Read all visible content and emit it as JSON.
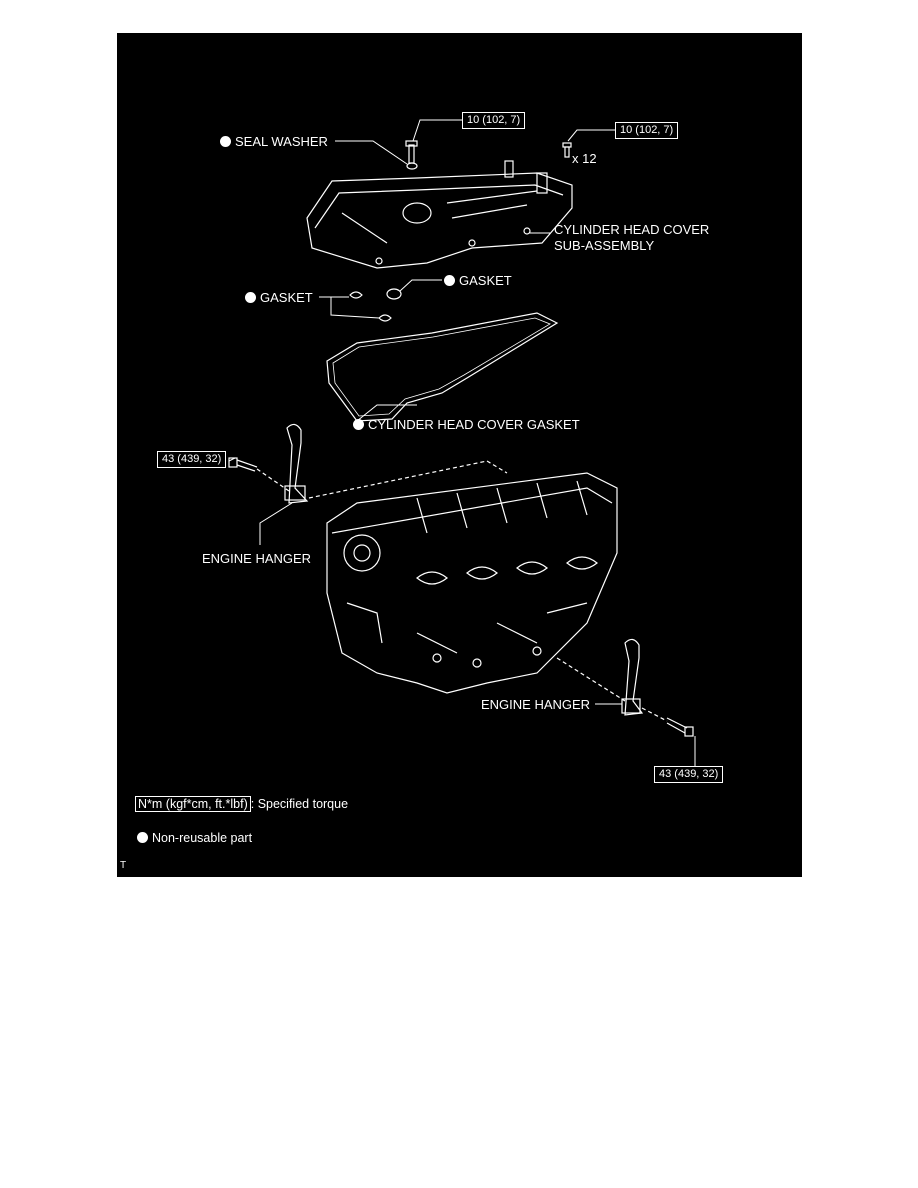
{
  "labels": {
    "seal_washer": "SEAL WASHER",
    "torque_top_left": "10 (102, 7)",
    "torque_top_right": "10 (102, 7)",
    "quantity": "x 12",
    "cover_line1": "CYLINDER HEAD COVER",
    "cover_line2": "SUB-ASSEMBLY",
    "gasket_left": "GASKET",
    "gasket_right": "GASKET",
    "cover_gasket": "CYLINDER HEAD COVER GASKET",
    "torque_hanger_left": "43 (439, 32)",
    "hanger_left": "ENGINE HANGER",
    "hanger_right": "ENGINE HANGER",
    "torque_hanger_right": "43 (439, 32)"
  },
  "legend": {
    "torque_unit": "N*m (kgf*cm, ft.*lbf)",
    "torque_text": ": Specified torque",
    "nonreusable_text": "Non-reusable part"
  },
  "corner_mark": "T",
  "colors": {
    "background": "#000000",
    "ink": "#ffffff",
    "page": "#ffffff"
  }
}
